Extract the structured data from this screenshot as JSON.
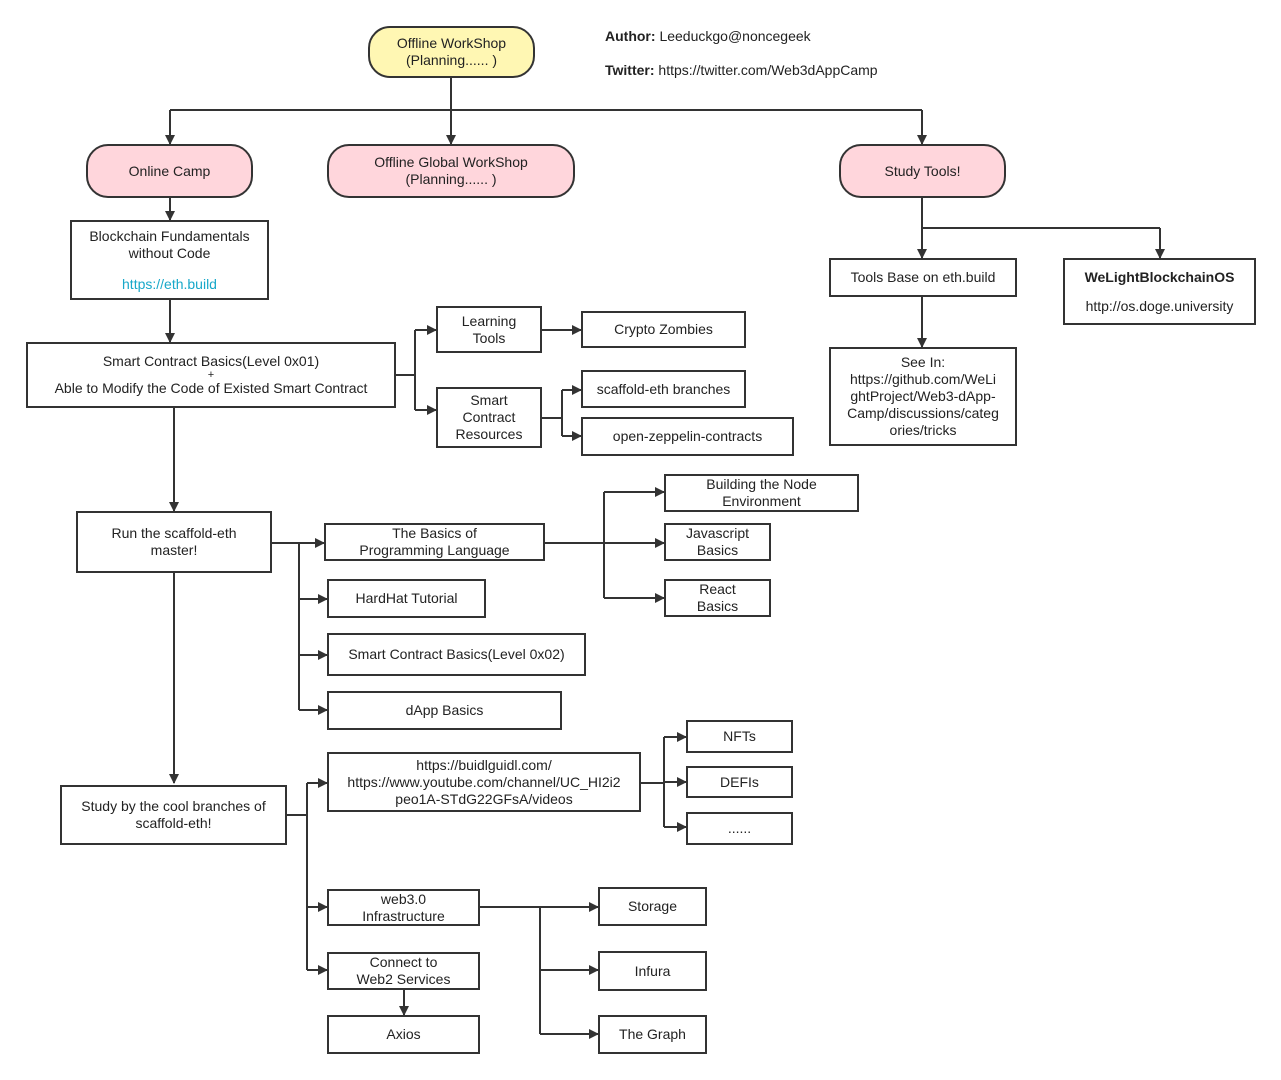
{
  "author": {
    "label": "Author:",
    "value": "Leeduckgo@noncegeek"
  },
  "twitter": {
    "label": "Twitter:",
    "value": "https://twitter.com/Web3dAppCamp"
  },
  "nodes": {
    "root": {
      "l1": "Offline WorkShop",
      "l2": "(Planning...... )"
    },
    "online_camp": {
      "l1": "Online Camp"
    },
    "offline_global": {
      "l1": "Offline Global WorkShop",
      "l2": "(Planning...... )"
    },
    "study_tools": {
      "l1": "Study Tools!"
    },
    "blockchain_fund": {
      "l1": "Blockchain Fundamentals",
      "l2": "without Code",
      "link": "https://eth.build"
    },
    "sc_basics_1": {
      "l1": "Smart Contract Basics(Level 0x01)",
      "l2": "+",
      "l3": "Able to Modify the Code of Existed Smart Contract"
    },
    "learning_tools": {
      "l1": "Learning",
      "l2": "Tools"
    },
    "crypto_zombies": {
      "l1": "Crypto Zombies"
    },
    "sc_resources": {
      "l1": "Smart",
      "l2": "Contract",
      "l3": "Resources"
    },
    "scaffold_branches": {
      "l1": "scaffold-eth branches"
    },
    "oz_contracts": {
      "l1": "open-zeppelin-contracts"
    },
    "run_scaffold": {
      "l1": "Run the scaffold-eth",
      "l2": "master!"
    },
    "prog_basics": {
      "l1": "The Basics of",
      "l2": "Programming Language"
    },
    "node_env": {
      "l1": "Building the Node",
      "l2": "Environment"
    },
    "js_basics": {
      "l1": "Javascript",
      "l2": "Basics"
    },
    "react_basics": {
      "l1": "React",
      "l2": "Basics"
    },
    "hardhat": {
      "l1": "HardHat Tutorial"
    },
    "sc_basics_2": {
      "l1": "Smart Contract Basics(Level 0x02)"
    },
    "dapp_basics": {
      "l1": "dApp Basics"
    },
    "study_branches": {
      "l1": "Study by the cool branches of",
      "l2": "scaffold-eth!"
    },
    "buidlguidl": {
      "l1": "https://buidlguidl.com/",
      "l2": "https://www.youtube.com/channel/UC_HI2i2",
      "l3": "peo1A-STdG22GFsA/videos"
    },
    "nfts": {
      "l1": "NFTs"
    },
    "defis": {
      "l1": "DEFIs"
    },
    "more": {
      "l1": "......"
    },
    "web3_infra": {
      "l1": "web3.0",
      "l2": "Infrastructure"
    },
    "storage": {
      "l1": "Storage"
    },
    "infura": {
      "l1": "Infura"
    },
    "the_graph": {
      "l1": "The Graph"
    },
    "web2": {
      "l1": "Connect to",
      "l2": "Web2 Services"
    },
    "axios": {
      "l1": "Axios"
    },
    "tools_ethbuild": {
      "l1": "Tools Base on eth.build"
    },
    "see_in": {
      "l1": "See In:",
      "l2": "https://github.com/WeLi",
      "l3": "ghtProject/Web3-dApp-",
      "l4": "Camp/discussions/categ",
      "l5": "ories/tricks"
    },
    "welight": {
      "l1": "WeLightBlockchainOS",
      "l2": "http://os.doge.university"
    }
  },
  "colors": {
    "pill_pink": "#ffd6dc",
    "pill_yellow": "#fff7b3",
    "link": "#18a8c9",
    "line": "#333333"
  }
}
